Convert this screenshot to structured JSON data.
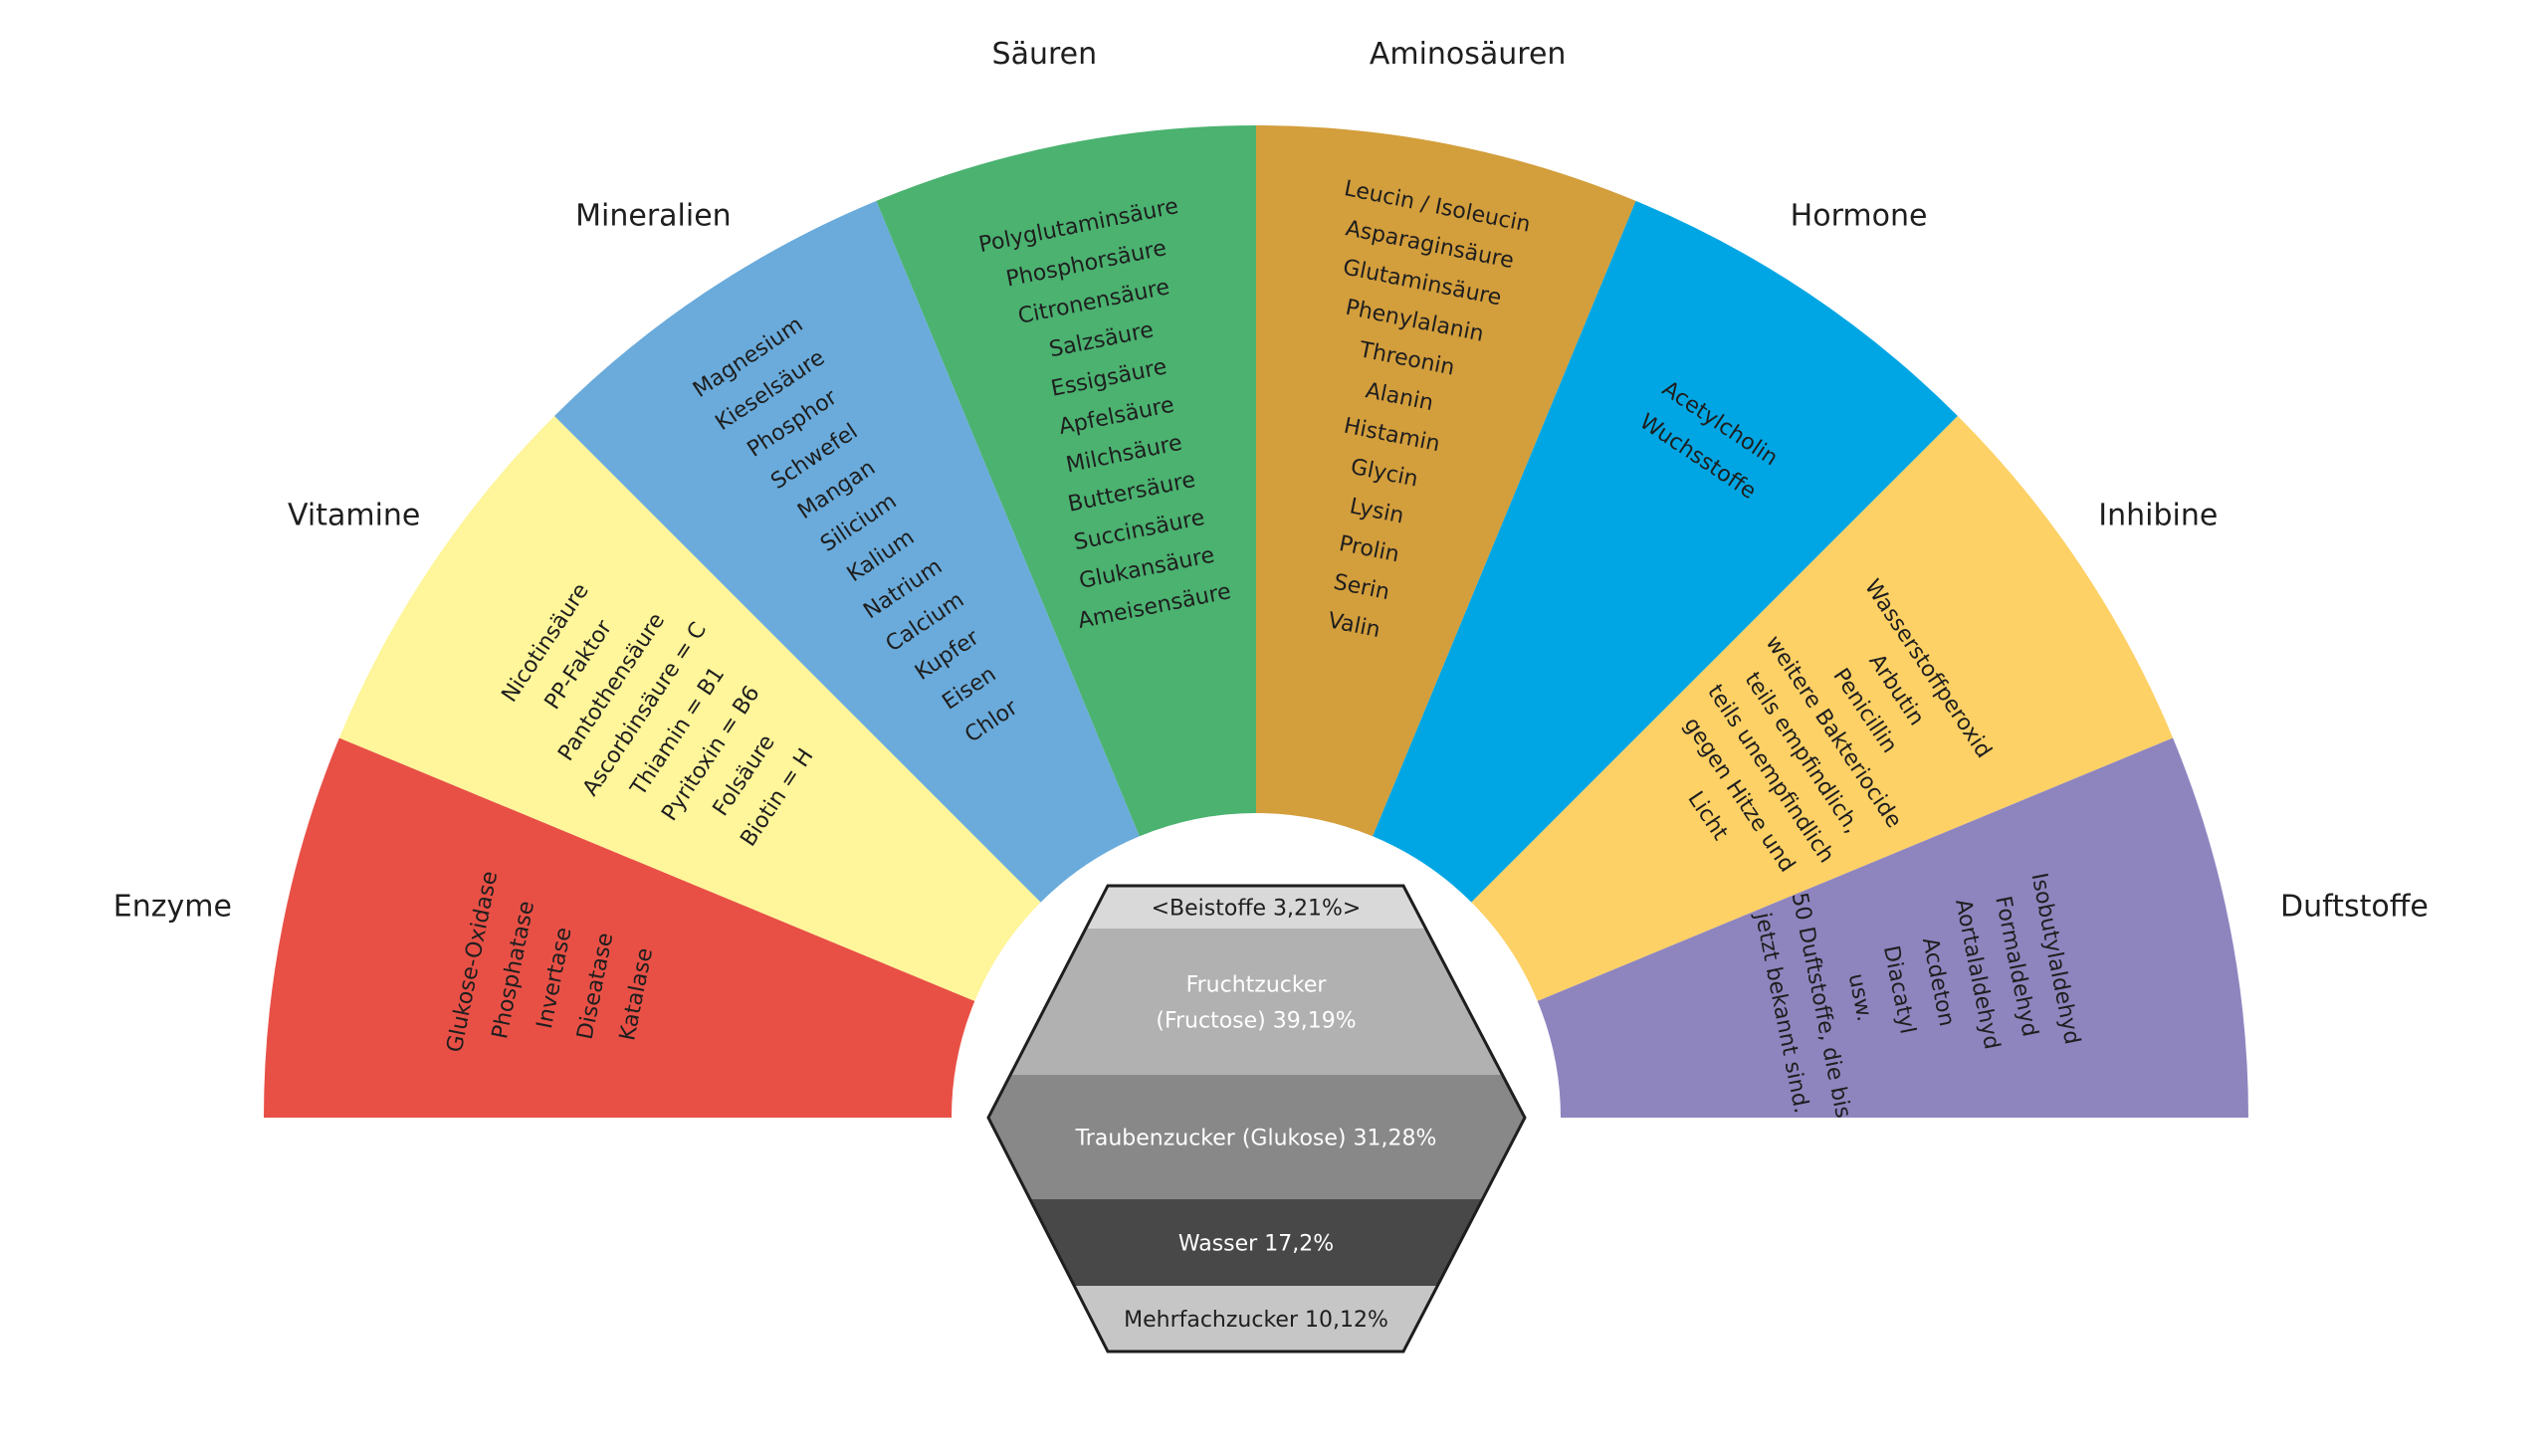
{
  "title_hint": "",
  "sectors": [
    {
      "name": "Enzyme",
      "color": "#e85046",
      "items": [
        "Glukose-Oxidase",
        "Phosphatase",
        "Invertase",
        "Diseatase",
        "Katalase"
      ]
    },
    {
      "name": "Vitamine",
      "color": "#fff59a",
      "items": [
        "Nicotinsäure",
        "PP-Faktor",
        "Pantothensäure",
        "Ascorbinsäure = C",
        "Thiamin = B1",
        "Pyritoxin = B6",
        "Folsäure",
        "Biotin = H"
      ]
    },
    {
      "name": "Mineralien",
      "color": "#6aabdb",
      "items": [
        "Magnesium",
        "Kieselsäure",
        "Phosphor",
        "Schwefel",
        "Mangan",
        "Silicium",
        "Kalium",
        "Natrium",
        "Calcium",
        "Kupfer",
        "Eisen",
        "Chlor"
      ]
    },
    {
      "name": "Säuren",
      "color": "#4bb270",
      "items": [
        "Polyglutaminsäure",
        "Phosphorsäure",
        "Citronensäure",
        "Salzsäure",
        "Essigsäure",
        "Apfelsäure",
        "Milchsäure",
        "Buttersäure",
        "Succinsäure",
        "Glukansäure",
        "Ameisensäure"
      ]
    },
    {
      "name": "Aminosäuren",
      "color": "#d39e3c",
      "items": [
        "Leucin / Isoleucin",
        "Asparaginsäure",
        "Glutaminsäure",
        "Phenylalanin",
        "Threonin",
        "Alanin",
        "Histamin",
        "Glycin",
        "Lysin",
        "Prolin",
        "Serin",
        "Valin"
      ]
    },
    {
      "name": "Hormone",
      "color": "#00a6e3",
      "items": [
        "Acetylcholin",
        "Wuchsstoffe"
      ]
    },
    {
      "name": "Inhibine",
      "color": "#fdd166",
      "items": [
        "Wasserstoffperoxid",
        "Arbutin",
        "Penicillin",
        "weitere Bakteriocide",
        "teils empfindlich,",
        "teils unempfindlich",
        "gegen Hitze und",
        "Licht"
      ]
    },
    {
      "name": "Duftstoffe",
      "color": "#8e85bf",
      "items": [
        "Isobutylaldehyd",
        "Formaldehyd",
        "Aortalaldehyd",
        "Acdeton",
        "Diacatyl",
        "usw.",
        "50 Duftstoffe, die bis",
        "jetzt bekannt sind."
      ]
    }
  ],
  "hexagon": {
    "bands": [
      {
        "label": "<Beistoffe 3,21%>",
        "lines": [
          "<Beistoffe 3,21%>"
        ],
        "percent": 3.21,
        "fill": "#d9d9d9",
        "text_color": "#1e1e1e"
      },
      {
        "label": "Fruchtzucker (Fructose) 39,19%",
        "lines": [
          "Fruchtzucker",
          "(Fructose) 39,19%"
        ],
        "percent": 39.19,
        "fill": "#b1b1b1",
        "text_color": "#ffffff"
      },
      {
        "label": "Traubenzucker (Glukose) 31,28%",
        "lines": [
          "Traubenzucker (Glukose) 31,28%"
        ],
        "percent": 31.28,
        "fill": "#888888",
        "text_color": "#ffffff"
      },
      {
        "label": "Wasser 17,2%",
        "lines": [
          "Wasser 17,2%"
        ],
        "percent": 17.2,
        "fill": "#484848",
        "text_color": "#ffffff"
      },
      {
        "label": "Mehrfachzucker 10,12%",
        "lines": [
          "Mehrfachzucker 10,12%"
        ],
        "percent": 10.12,
        "fill": "#c6c6c6",
        "text_color": "#1e1e1e"
      }
    ],
    "outline_color": "#1e1e1e"
  }
}
